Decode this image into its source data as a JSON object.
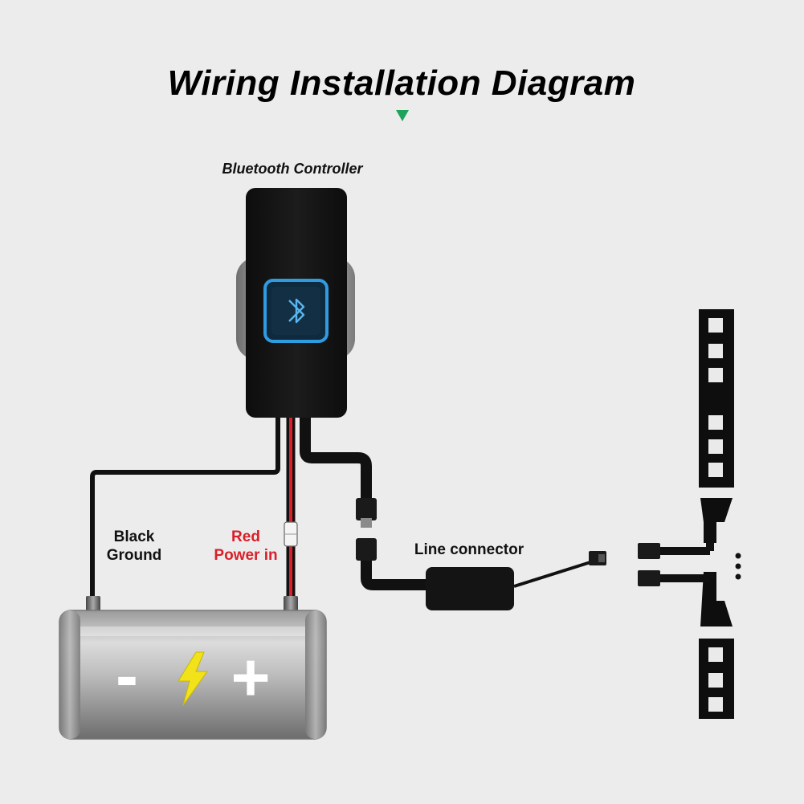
{
  "title": "Wiring Installation Diagram",
  "labels": {
    "controller": "Bluetooth Controller",
    "black_line1": "Black",
    "black_line2": "Ground",
    "red_line1": "Red",
    "red_line2": "Power in",
    "line_connector": "Line connector",
    "battery_minus": "-",
    "battery_plus": "+"
  },
  "colors": {
    "title_marker": "#1fa35a",
    "red_wire": "#d9202a",
    "bluetooth_accent": "#2f9be0",
    "lightning": "#f2e21a"
  },
  "icons": {
    "controller_symbol": "bluetooth-icon",
    "battery_symbol": "lightning-icon",
    "more": "ellipsis-vertical-icon"
  }
}
